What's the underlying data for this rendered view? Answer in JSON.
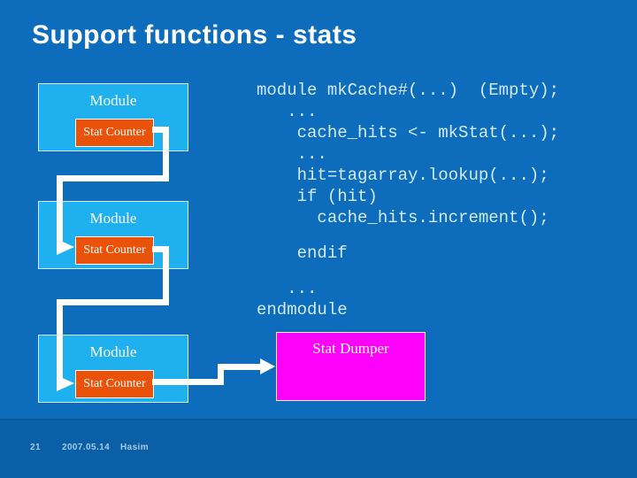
{
  "slide": {
    "title": "Support functions - stats"
  },
  "diagram": {
    "modules": [
      {
        "label": "Module",
        "counter_label": "Stat Counter"
      },
      {
        "label": "Module",
        "counter_label": "Stat Counter"
      },
      {
        "label": "Module",
        "counter_label": "Stat Counter"
      }
    ],
    "dumper_label": "Stat Dumper",
    "connector_color": "#ffffff"
  },
  "code": {
    "lines": [
      "module mkCache#(...)  (Empty);",
      "   ...",
      "    cache_hits <- mkStat(...);",
      "    ...",
      "    hit=tagarray.lookup(...);",
      "    if (hit)",
      "      cache_hits.increment();",
      "",
      "    endif",
      "",
      "   ...",
      "endmodule"
    ]
  },
  "footer": {
    "page_number": "21",
    "date": "2007.05.14",
    "author": "Hasim"
  },
  "colors": {
    "background": "#0d6cbc",
    "footer_band": "#0b5fa6",
    "module_fill": "#1fb0f0",
    "counter_fill": "#ea520a",
    "dumper_fill": "#ff00fb",
    "title_text": "#ffffff",
    "code_text": "#d3ebfa",
    "footer_text": "#a6c9e6"
  }
}
